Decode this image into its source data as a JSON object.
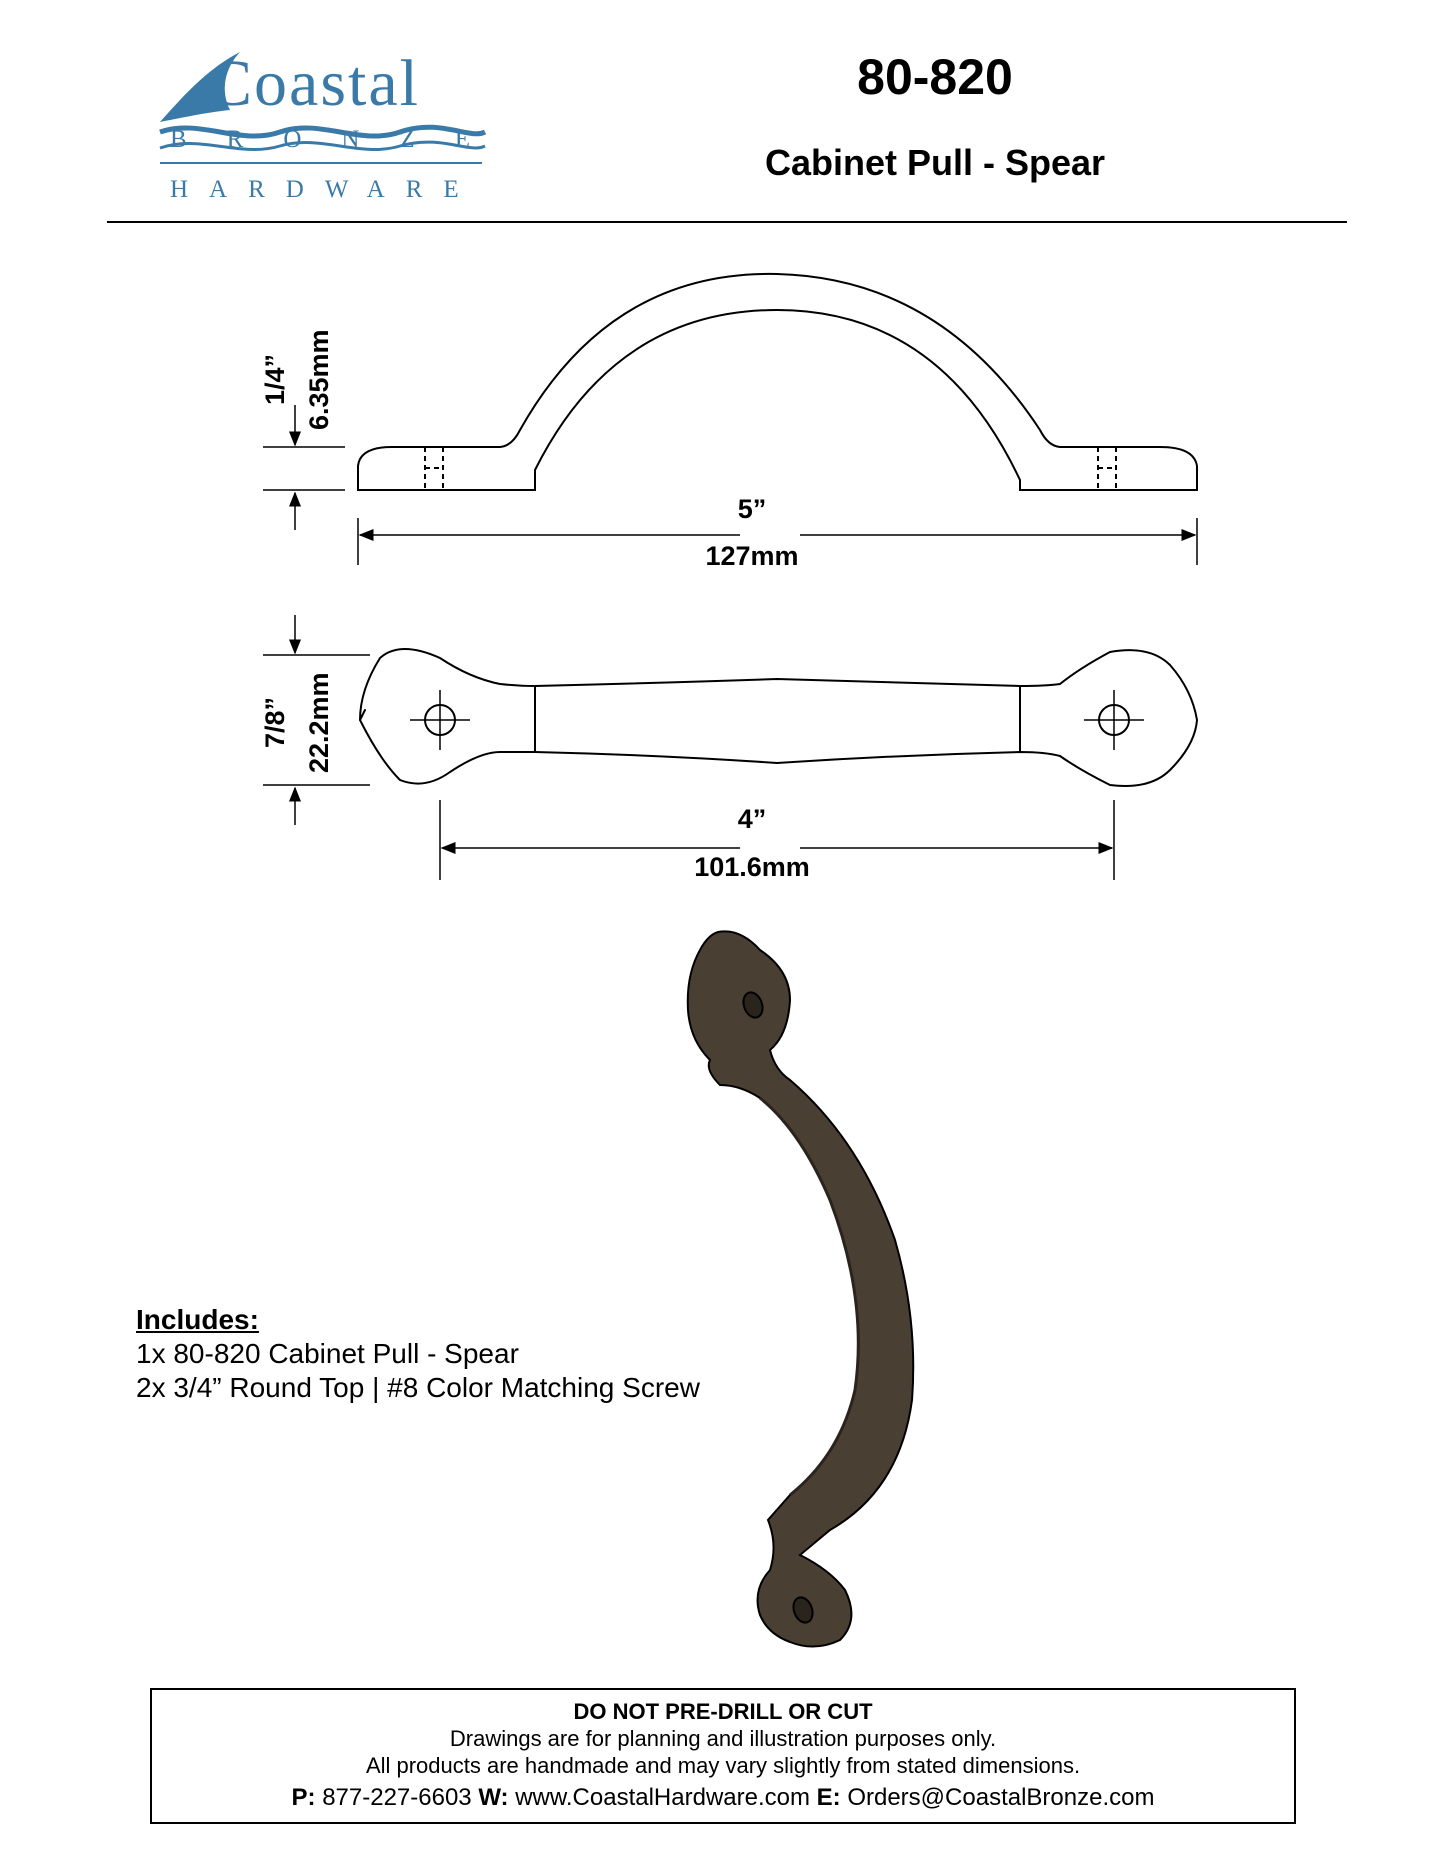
{
  "header": {
    "logo": {
      "word": "Coastal",
      "line1": "BRONZE",
      "line2": "HARDWARE",
      "brand_color": "#3a7aa8"
    },
    "part_number": "80-820",
    "product_title": "Cabinet Pull - Spear"
  },
  "side_view": {
    "height_in": "1/4”",
    "height_mm": "6.35mm",
    "length_in": "5”",
    "length_mm": "127mm"
  },
  "top_view": {
    "width_in": "7/8”",
    "width_mm": "22.2mm",
    "center_in": "4”",
    "center_mm": "101.6mm"
  },
  "product_image": {
    "icon": "cabinet-pull-render",
    "finish_color": "#4a3f33"
  },
  "includes": {
    "title": "Includes:",
    "items": [
      "1x  80-820 Cabinet Pull - Spear",
      "2x  3/4” Round Top | #8 Color Matching Screw"
    ]
  },
  "notice": {
    "title": "DO NOT PRE-DRILL OR CUT",
    "line1": "Drawings are for planning and illustration purposes only.",
    "line2": "All products are handmade and may vary slightly from stated dimensions.",
    "phone_label": "P:",
    "phone": "877-227-6603",
    "web_label": "W:",
    "web": "www.CoastalHardware.com",
    "email_label": "E:",
    "email": "Orders@CoastalBronze.com"
  }
}
